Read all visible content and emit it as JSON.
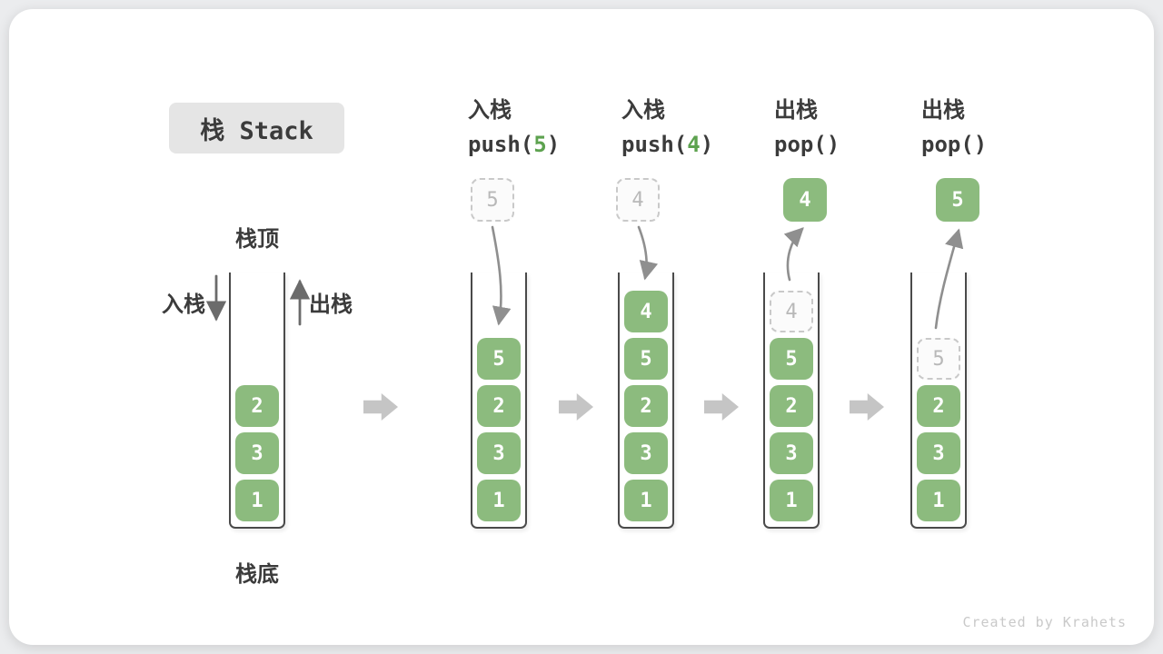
{
  "title": "栈 Stack",
  "watermark": "Created by Krahets",
  "colors": {
    "page-bg": "#ebecee",
    "card-bg": "#ffffff",
    "title-bg": "#e5e5e5",
    "text-dark": "#3b3b3b",
    "cell-green": "#8cbb7e",
    "cell-text": "#ffffff",
    "code-green": "#5da24f",
    "ghost-border": "#c9c9c9",
    "ghost-text": "#b8b8b8",
    "ghost-bg": "#fbfbfb",
    "outline": "#4a4a4a",
    "arrow": "#8f8f8f",
    "small-arrow": "#6b6b6b",
    "block-arrow": "#c5c5c5",
    "watermark-color": "#c9c9c9"
  },
  "legend": {
    "top": "栈顶",
    "bottom": "栈底",
    "push": "入栈",
    "pop": "出栈"
  },
  "operations": [
    {
      "label": "入栈",
      "code_pre": "push(",
      "arg": "5",
      "code_post": ")"
    },
    {
      "label": "入栈",
      "code_pre": "push(",
      "arg": "4",
      "code_post": ")"
    },
    {
      "label": "出栈",
      "code_pre": "pop(",
      "arg": "",
      "code_post": ")"
    },
    {
      "label": "出栈",
      "code_pre": "pop(",
      "arg": "",
      "code_post": ")"
    }
  ],
  "stacks": [
    {
      "cells": [
        "2",
        "3",
        "1"
      ]
    },
    {
      "cells": [
        "5",
        "2",
        "3",
        "1"
      ],
      "incoming": "5"
    },
    {
      "cells": [
        "4",
        "5",
        "2",
        "3",
        "1"
      ],
      "incoming": "4"
    },
    {
      "cells": [
        "5",
        "2",
        "3",
        "1"
      ],
      "ghost": "4",
      "outgoing": "4"
    },
    {
      "cells": [
        "2",
        "3",
        "1"
      ],
      "ghost": "5",
      "outgoing": "5"
    }
  ]
}
